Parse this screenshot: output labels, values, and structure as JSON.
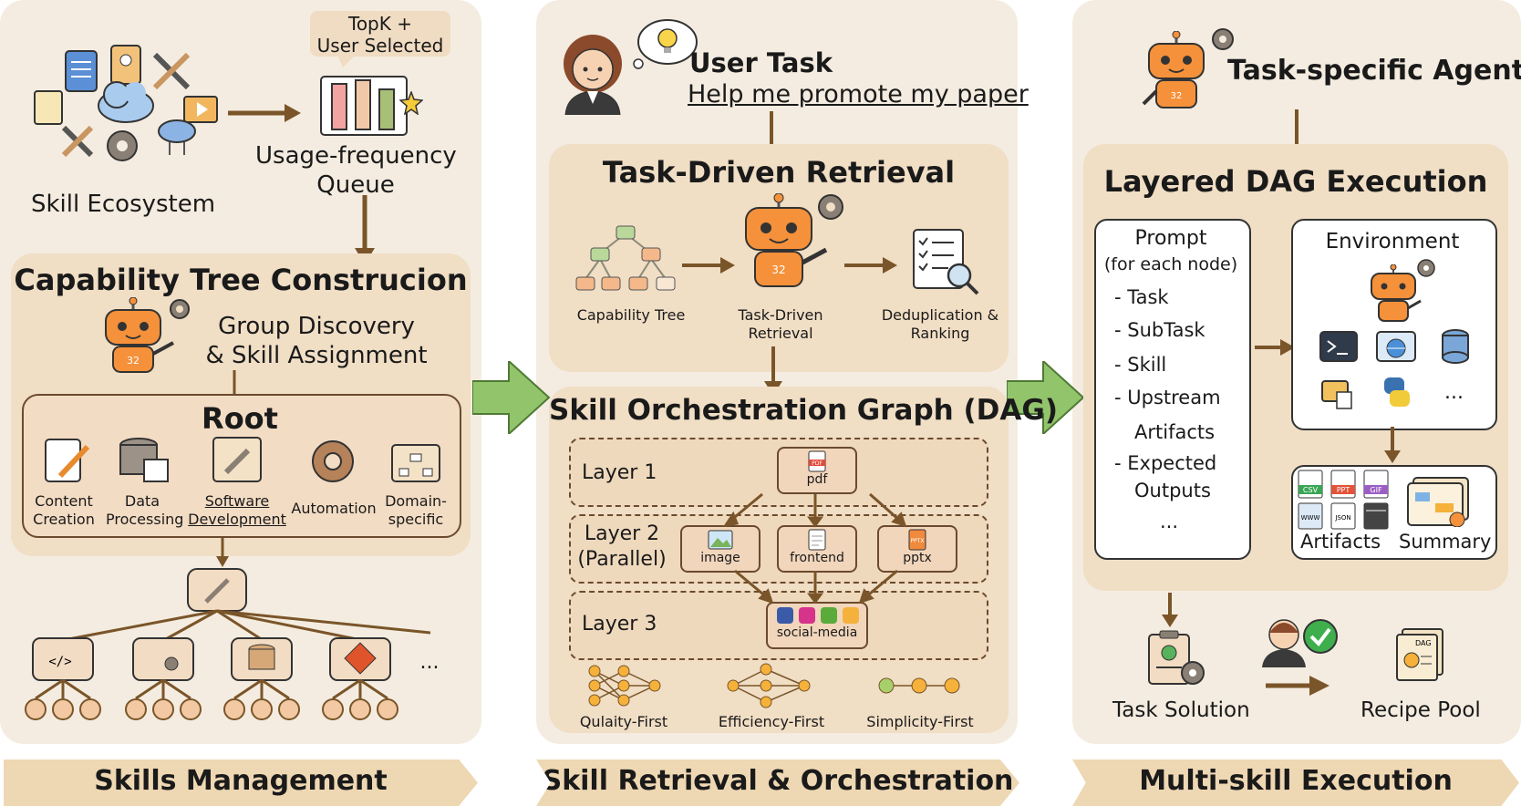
{
  "colors": {
    "panel": "#f4ece0",
    "inner": "#f0dec5",
    "box": "#f3dcc4",
    "arrow": "#7a5529",
    "green": "#92c46c",
    "robot": "#f5913a",
    "footer": "#eed7b3"
  },
  "left": {
    "topk_label_1": "TopK +",
    "topk_label_2": "User Selected",
    "ecosystem_label": "Skill Ecosystem",
    "queue_label_1": "Usage-frequency",
    "queue_label_2": "Queue",
    "tree_title": "Capability Tree Construcion",
    "group_1": "Group Discovery",
    "group_2": "& Skill Assignment",
    "root_title": "Root",
    "categories": [
      {
        "l1": "Content",
        "l2": "Creation"
      },
      {
        "l1": "Data",
        "l2": "Processing"
      },
      {
        "l1": "Software",
        "l2": "Development"
      },
      {
        "l1": "Automation",
        "l2": ""
      },
      {
        "l1": "Domain-",
        "l2": "specific"
      }
    ],
    "more": "...",
    "robot_badge": "32"
  },
  "middle": {
    "user_task_title": "User Task",
    "user_task_text": "Help me promote my paper",
    "retrieval_title": "Task-Driven Retrieval",
    "cap_tree_label": "Capability Tree",
    "tdr_1": "Task-Driven",
    "tdr_2": "Retrieval",
    "dedup_1": "Deduplication &",
    "dedup_2": "Ranking",
    "dag_title": "Skill Orchestration Graph (DAG)",
    "layer1": "Layer 1",
    "layer2_1": "Layer 2",
    "layer2_2": "(Parallel)",
    "layer3": "Layer 3",
    "skills": {
      "pdf": "pdf",
      "image": "image",
      "frontend": "frontend",
      "pptx": "pptx",
      "social": "social-media"
    },
    "pdf_tag": "PDF",
    "pptx_tag": "PPTX",
    "strategies": [
      "Qulaity-First",
      "Efficiency-First",
      "Simplicity-First"
    ],
    "robot_badge": "32"
  },
  "right": {
    "agent_title": "Task-specific Agent",
    "exec_title": "Layered DAG Execution",
    "prompt_1": "Prompt",
    "prompt_2": "(for each node)",
    "prompt_items": [
      "- Task",
      "- SubTask",
      "- Skill",
      "- Upstream",
      "Artifacts",
      "- Expected",
      "Outputs",
      "..."
    ],
    "env_title": "Environment",
    "env_more": "...",
    "artifacts_label": "Artifacts",
    "summary_label": "Summary",
    "file_tags": [
      "CSV",
      "PPT",
      "GIF",
      "WWW",
      "JSON"
    ],
    "solution_label": "Task Solution",
    "recipe_label": "Recipe Pool",
    "dag_tag": "DAG",
    "robot_badge": "32"
  },
  "footer": {
    "left": "Skills Management",
    "middle": "Skill Retrieval & Orchestration",
    "right": "Multi-skill Execution"
  }
}
